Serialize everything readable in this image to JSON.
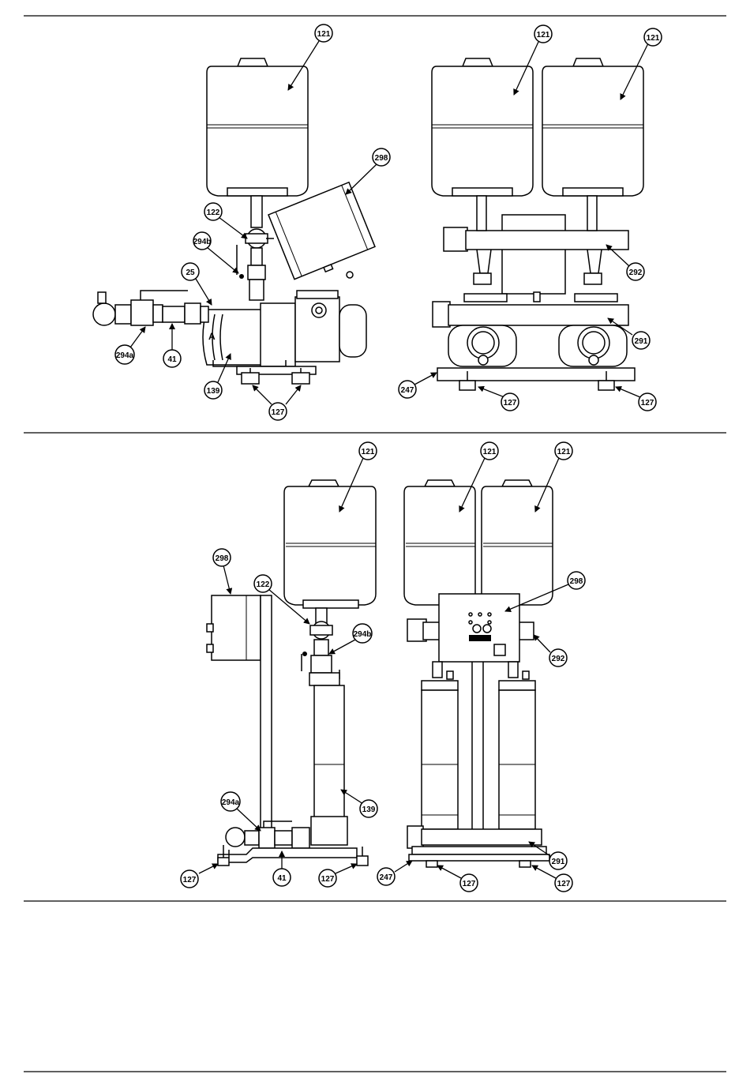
{
  "colors": {
    "line": "#000000",
    "background": "#ffffff"
  },
  "callouts": {
    "tank": "121",
    "valve_top": "122",
    "control_box": "298",
    "valve_b": "294b",
    "valve_a": "294a",
    "part_25": "25",
    "part_41": "41",
    "pump": "139",
    "feet": "127",
    "frame": "247",
    "collector_upper": "292",
    "collector_lower": "291"
  }
}
